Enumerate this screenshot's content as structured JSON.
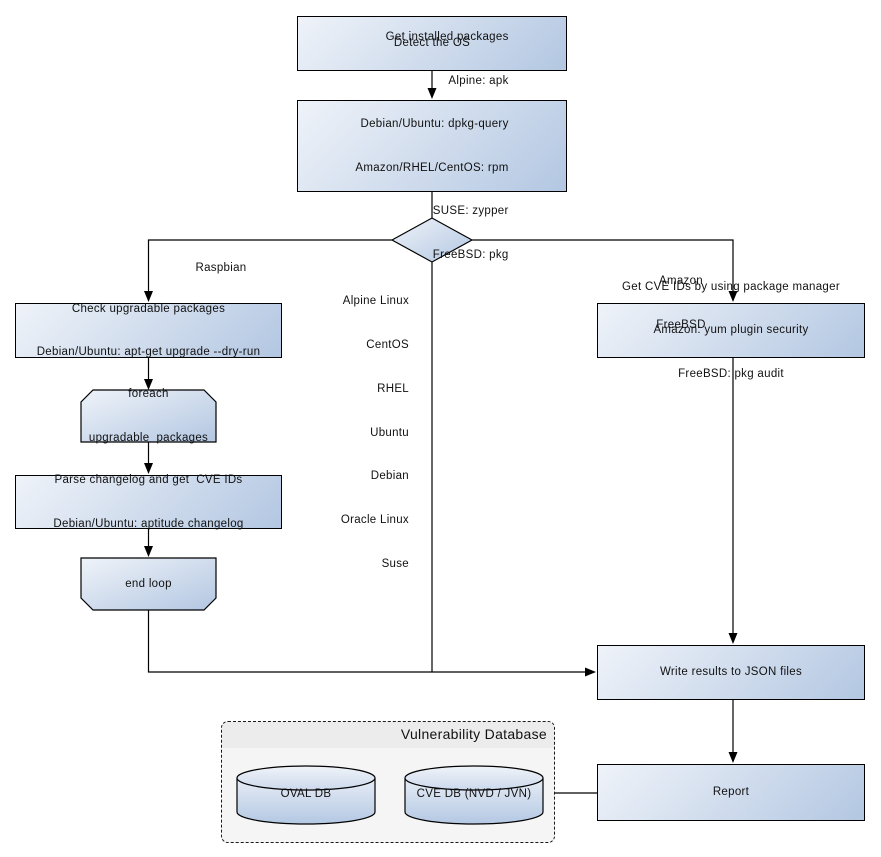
{
  "colors": {
    "canvas_bg": "#ffffff",
    "node_border": "#000000",
    "node_fill_light": "#eff3f9",
    "node_fill_dark": "#b3c7e2",
    "group_fill": "#f5f5f5",
    "group_title_fill": "#ececec",
    "text_color": "#111111"
  },
  "nodes": {
    "detect_os": {
      "label": "Detect the OS"
    },
    "get_installed_packages": {
      "lines": [
        "Get installed packages",
        "Alpine: apk",
        "Debian/Ubuntu: dpkg-query",
        "Amazon/RHEL/CentOS: rpm",
        "SUSE: zypper",
        "FreeBSD: pkg"
      ]
    },
    "check_upgradable_packages": {
      "lines": [
        "Check upgradable packages",
        "Debian/Ubuntu: apt-get upgrade --dry-run"
      ]
    },
    "foreach_loop_start": {
      "lines": [
        "foreach",
        "upgradable  packages"
      ]
    },
    "parse_changelog": {
      "lines": [
        "Parse changelog and get  CVE IDs",
        "Debian/Ubuntu: aptitude changelog"
      ]
    },
    "end_loop": {
      "label": "end loop"
    },
    "get_cve_ids_pkg_manager": {
      "lines": [
        "Get CVE IDs by using package manager",
        "Amazon: yum plugin security",
        "FreeBSD: pkg audit"
      ]
    },
    "write_results": {
      "label": "Write results to JSON files"
    },
    "report": {
      "label": "Report"
    }
  },
  "edge_labels": {
    "raspbian": "Raspbian",
    "amazon_freebsd": {
      "lines": [
        "Amazon",
        "FreeBSD"
      ]
    },
    "middle_os_list": {
      "lines": [
        "Alpine Linux",
        "CentOS",
        "RHEL",
        "Ubuntu",
        "Debian",
        "Oracle Linux",
        "Suse"
      ]
    }
  },
  "vulnerability_database": {
    "title": "Vulnerability Database",
    "cylinders": [
      {
        "label": "OVAL DB"
      },
      {
        "label": "CVE DB (NVD / JVN)"
      }
    ]
  }
}
